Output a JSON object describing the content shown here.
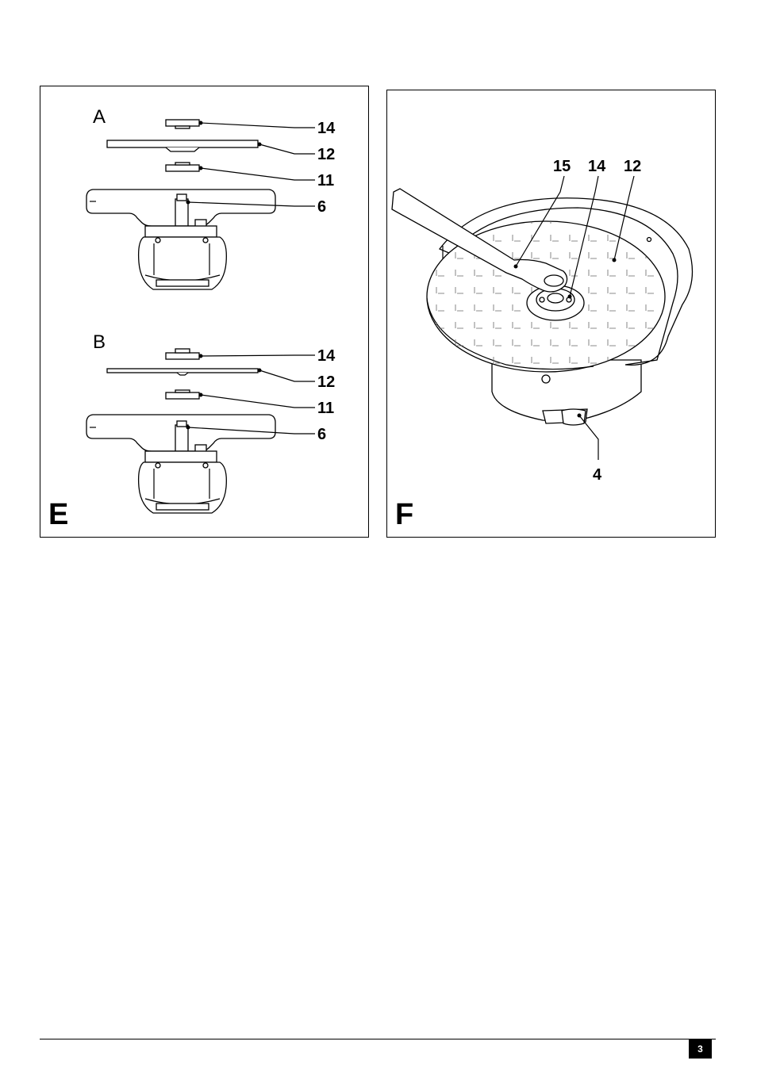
{
  "figure_e": {
    "label": "E",
    "sub_a": {
      "label": "A",
      "callouts": [
        "14",
        "12",
        "11",
        "6"
      ]
    },
    "sub_b": {
      "label": "B",
      "callouts": [
        "14",
        "12",
        "11",
        "6"
      ]
    }
  },
  "figure_f": {
    "label": "F",
    "callouts_top": [
      "15",
      "14",
      "12"
    ],
    "callout_bottom": "4"
  },
  "footer": {
    "page_number": "3"
  }
}
